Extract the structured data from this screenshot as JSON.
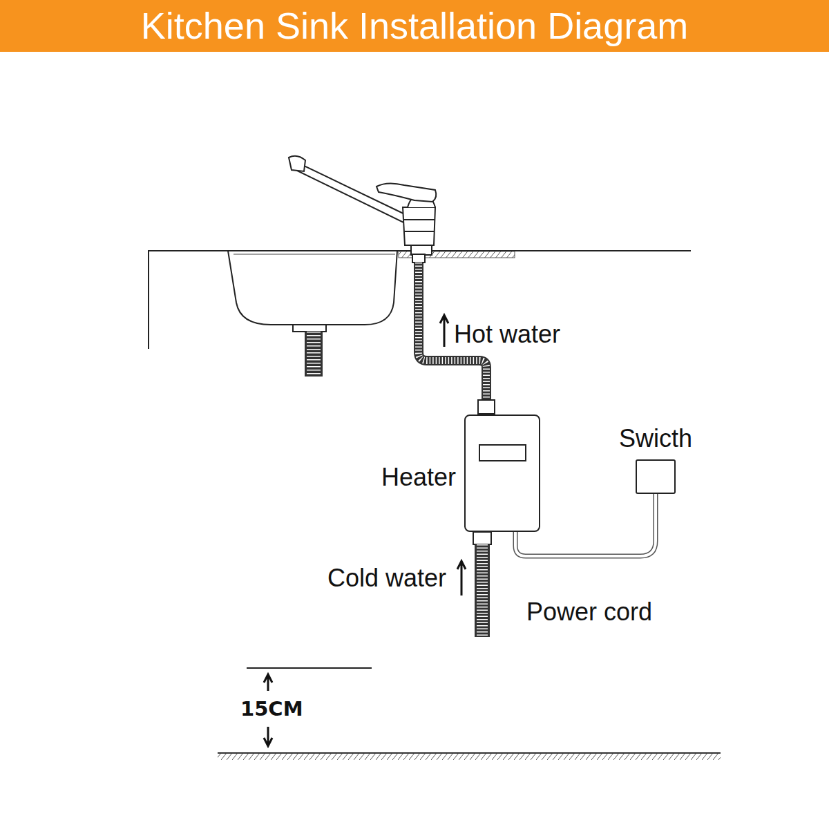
{
  "diagram": {
    "title": "Kitchen Sink Installation Diagram",
    "nodes": [
      {
        "text": [
          "Heater"
        ]
      },
      {
        "text": [
          "Swicth"
        ]
      }
    ],
    "edges": [
      {
        "from": 0,
        "to": 1,
        "arrow": "none",
        "label": "Power cord"
      }
    ],
    "labels": [
      "Hot water",
      "Cold water",
      "15CM"
    ]
  }
}
